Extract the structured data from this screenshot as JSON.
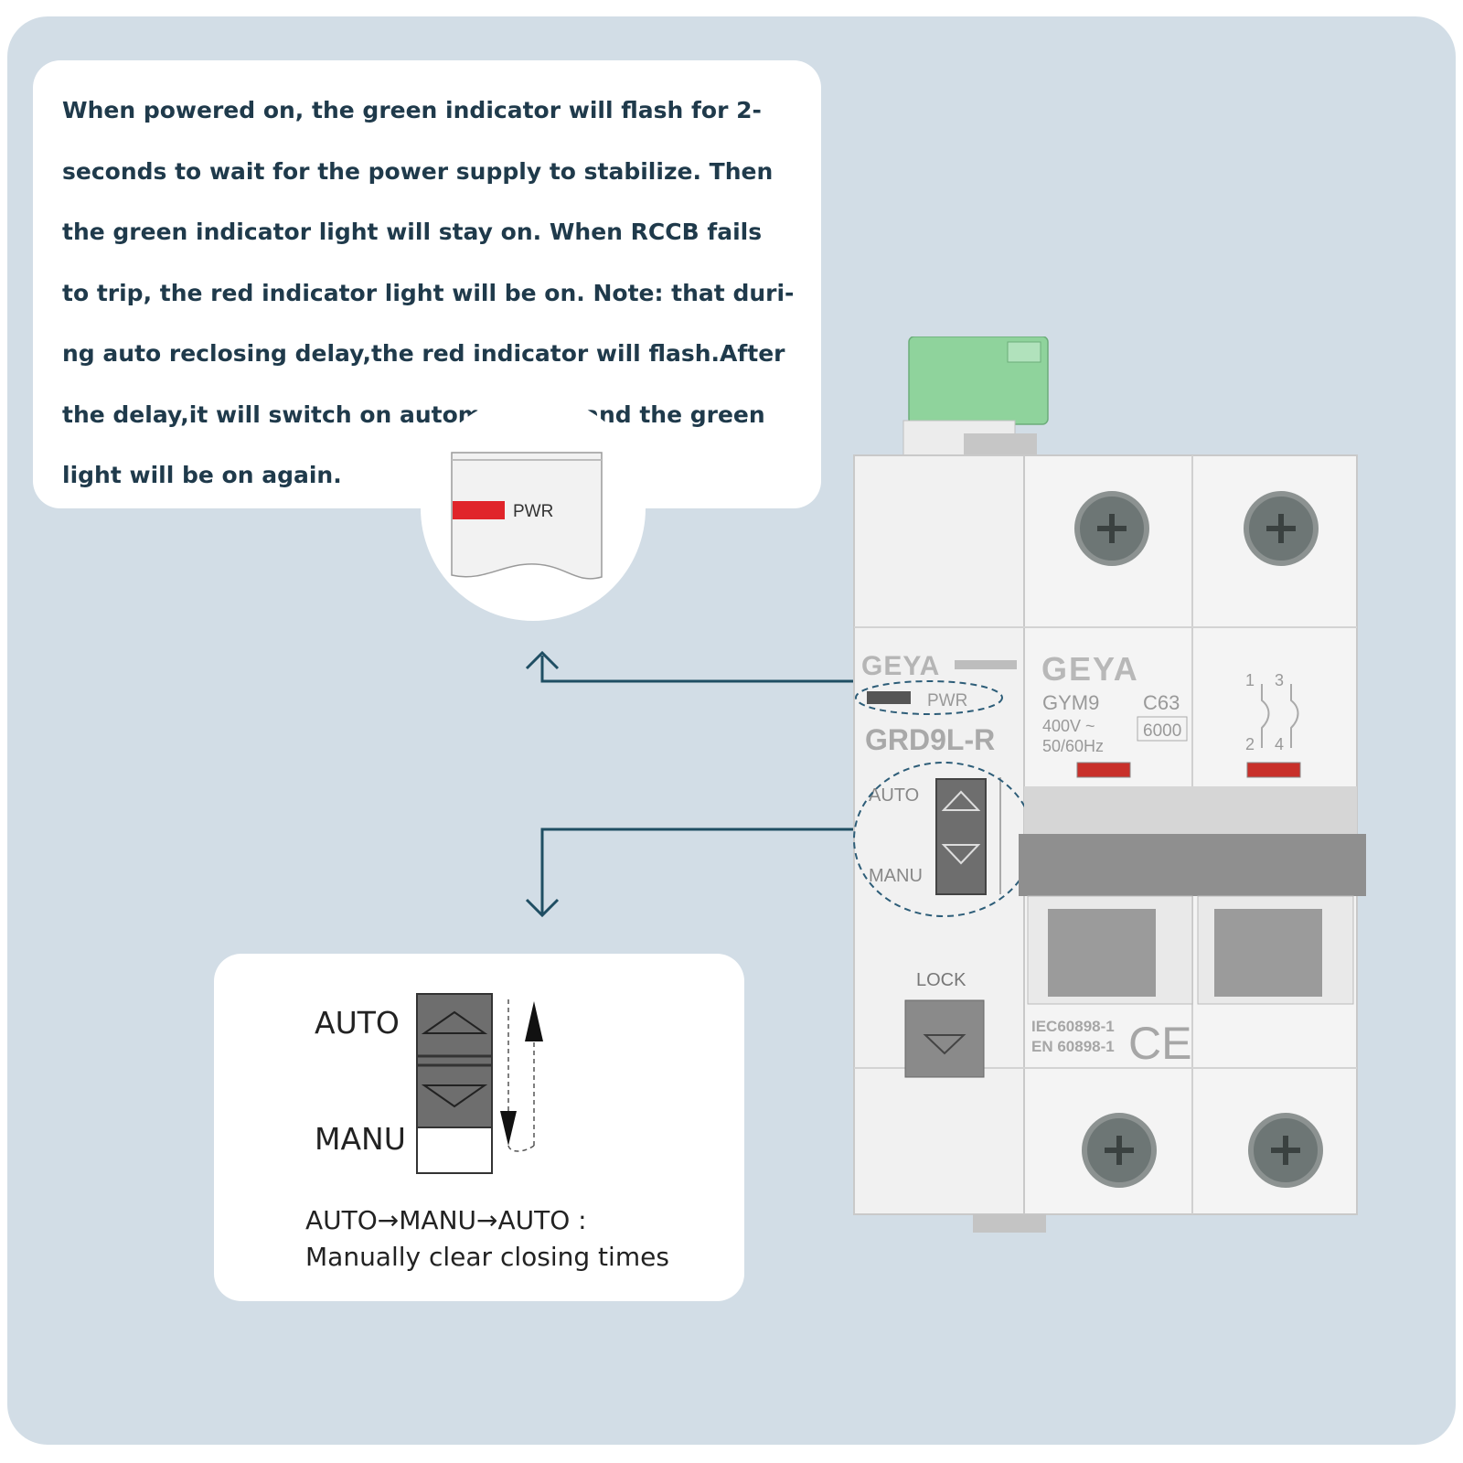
{
  "description": {
    "lines": [
      "When powered on, the green indicator will flash for 2-",
      "seconds to wait for the power supply to stabilize. Then",
      "the green indicator light will stay on. When RCCB  fails",
      "to trip, the red indicator light will be on. Note: that duri-",
      "ng auto reclosing delay,the red indicator will flash.After",
      "the delay,it will switch on automatically and the green",
      "light will be on again."
    ]
  },
  "zoom_indicator": {
    "label": "PWR",
    "color": "#e0242a"
  },
  "mode_switch": {
    "auto_label": "AUTO",
    "manu_label": "MANU",
    "caption_line1": "AUTO→MANU→AUTO :",
    "caption_line2": "Manually clear closing times"
  },
  "device": {
    "brand": "GEYA",
    "brand_small": "GEYA",
    "pwr_label": "PWR",
    "model": "GRD9L-R",
    "breaker_model": "GYM9",
    "rating": "C63",
    "voltage": "400V ~",
    "frequency": "50/60Hz",
    "breaking_capacity": "6000",
    "auto_label": "AUTO",
    "manu_label": "MANU",
    "lock_label": "LOCK",
    "standard1": "IEC60898-1",
    "standard2": "EN 60898-1",
    "ce_mark": "CE",
    "terminal_top_left": "1",
    "terminal_top_right": "3",
    "terminal_bottom_left": "2",
    "terminal_bottom_right": "4"
  },
  "colors": {
    "background": "#d2dde6",
    "text": "#1f3a4b",
    "arrow": "#1f4e63",
    "indicator_red": "#e0242a",
    "terminal_green": "#8fd39c"
  }
}
